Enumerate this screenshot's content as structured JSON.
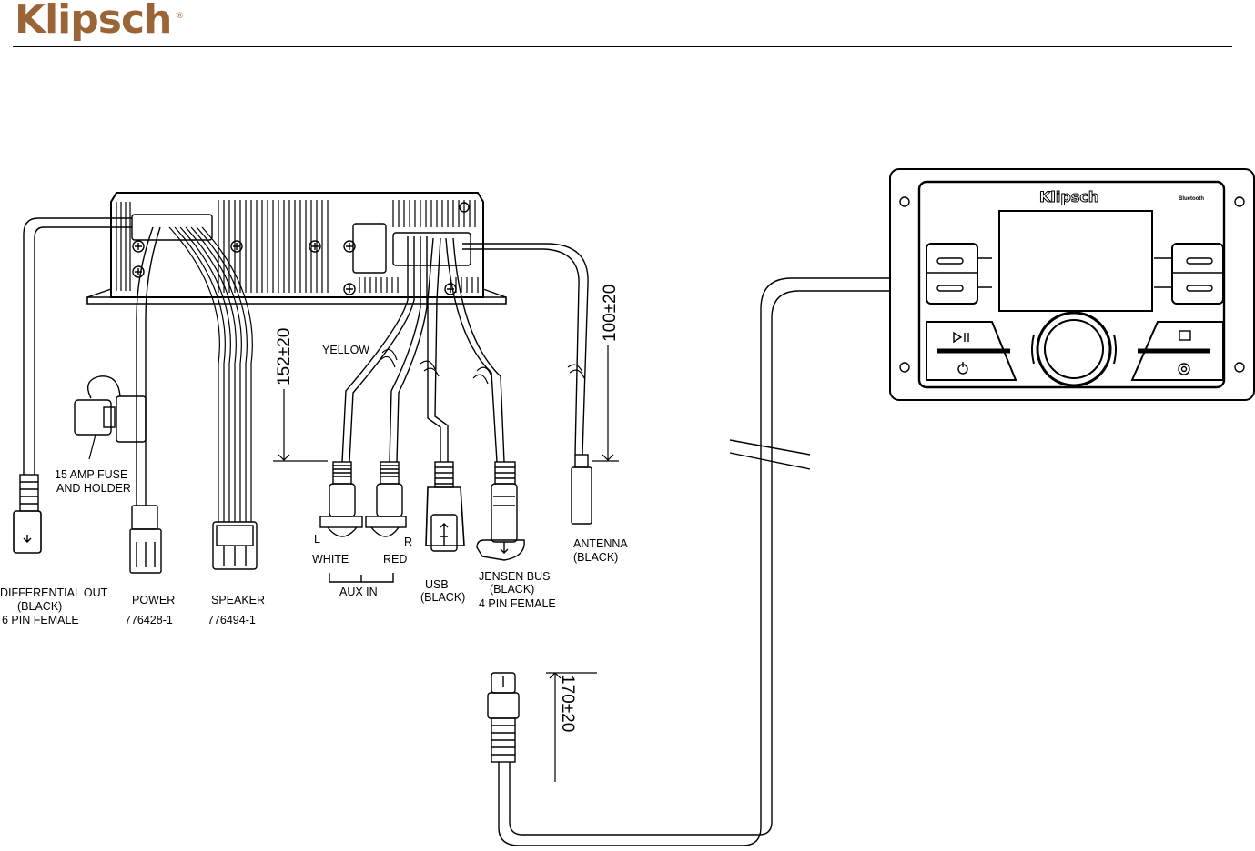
{
  "header": {
    "brand": "Klipsch",
    "reg": "®"
  },
  "labels": {
    "diff_out_1": "DIFFERENTIAL OUT",
    "diff_out_2": "(BLACK)",
    "diff_out_3": "6 PIN FEMALE",
    "fuse_1": "15 AMP FUSE",
    "fuse_2": "AND HOLDER",
    "power_1": "POWER",
    "power_2": "776428-1",
    "speaker_1": "SPEAKER",
    "speaker_2": "776494-1",
    "yellow": "YELLOW",
    "left": "L",
    "right": "R",
    "white": "WHITE",
    "red": "RED",
    "aux_in": "AUX IN",
    "usb_1": "USB",
    "usb_2": "(BLACK)",
    "jensen_1": "JENSEN BUS",
    "jensen_2": "(BLACK)",
    "jensen_3": "4 PIN FEMALE",
    "antenna_1": "ANTENNA",
    "antenna_2": "(BLACK)",
    "panel_brand": "Klipsch",
    "panel_bt": "Bluetooth"
  },
  "dimensions": {
    "dim_152": "152±20",
    "dim_100": "100±20",
    "dim_170": "170±20"
  }
}
